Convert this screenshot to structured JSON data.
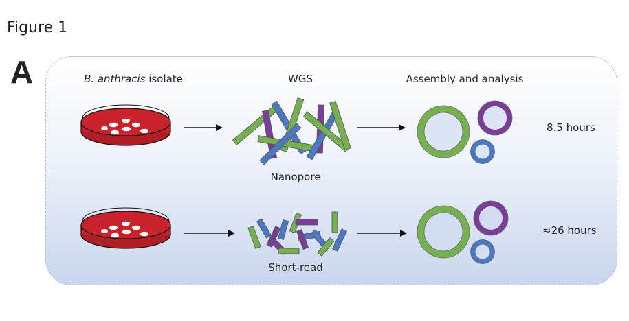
{
  "figure_title": "Figure 1",
  "panel_letter": "A",
  "headers": {
    "isolate_italic": "B. anthracis",
    "isolate_rest": " isolate",
    "wgs": "WGS",
    "assembly": "Assembly and analysis"
  },
  "rows": [
    {
      "method": "Nanopore",
      "time": "8.5 hours"
    },
    {
      "method": "Short-read",
      "time": "≈26 hours"
    }
  ],
  "colors": {
    "green": "#77b050",
    "purple": "#7a3e96",
    "blue": "#4b78c0",
    "dish_red": "#c0202a",
    "panel_border": "#a9bfe0"
  }
}
